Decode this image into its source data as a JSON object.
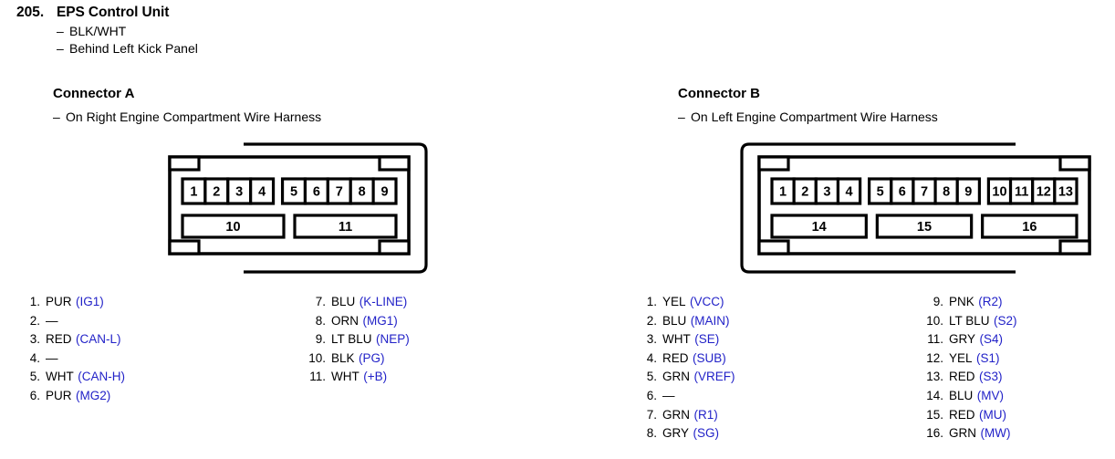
{
  "header": {
    "number": "205.",
    "title": "EPS Control Unit",
    "lines": [
      "BLK/WHT",
      "Behind Left Kick Panel"
    ]
  },
  "connectors": [
    {
      "id": "a",
      "heading": "Connector A",
      "subheading": "On Right Engine Compartment Wire Harness",
      "diagram": {
        "shell_side": "right",
        "top_groups": [
          [
            "1",
            "2",
            "3",
            "4"
          ],
          [
            "5",
            "6",
            "7",
            "8",
            "9"
          ]
        ],
        "bottom_cells": [
          "10",
          "11"
        ]
      },
      "pins_left": [
        {
          "num": "1.",
          "color": "PUR",
          "signal": "(IG1)"
        },
        {
          "num": "2.",
          "color": "—",
          "signal": ""
        },
        {
          "num": "3.",
          "color": "RED",
          "signal": "(CAN-L)"
        },
        {
          "num": "4.",
          "color": "—",
          "signal": ""
        },
        {
          "num": "5.",
          "color": "WHT",
          "signal": "(CAN-H)"
        },
        {
          "num": "6.",
          "color": "PUR",
          "signal": "(MG2)"
        }
      ],
      "pins_right": [
        {
          "num": "7.",
          "color": "BLU",
          "signal": "(K-LINE)"
        },
        {
          "num": "8.",
          "color": "ORN",
          "signal": "(MG1)"
        },
        {
          "num": "9.",
          "color": "LT BLU",
          "signal": "(NEP)"
        },
        {
          "num": "10.",
          "color": "BLK",
          "signal": "(PG)"
        },
        {
          "num": "11.",
          "color": "WHT",
          "signal": "(+B)"
        }
      ]
    },
    {
      "id": "b",
      "heading": "Connector B",
      "subheading": "On Left Engine Compartment Wire Harness",
      "diagram": {
        "shell_side": "left",
        "top_groups": [
          [
            "1",
            "2",
            "3",
            "4"
          ],
          [
            "5",
            "6",
            "7",
            "8",
            "9"
          ],
          [
            "10",
            "11",
            "12",
            "13"
          ]
        ],
        "bottom_cells": [
          "14",
          "15",
          "16"
        ]
      },
      "pins_left": [
        {
          "num": "1.",
          "color": "YEL",
          "signal": "(VCC)"
        },
        {
          "num": "2.",
          "color": "BLU",
          "signal": "(MAIN)"
        },
        {
          "num": "3.",
          "color": "WHT",
          "signal": "(SE)"
        },
        {
          "num": "4.",
          "color": "RED",
          "signal": "(SUB)"
        },
        {
          "num": "5.",
          "color": "GRN",
          "signal": "(VREF)"
        },
        {
          "num": "6.",
          "color": "—",
          "signal": ""
        },
        {
          "num": "7.",
          "color": "GRN",
          "signal": "(R1)"
        },
        {
          "num": "8.",
          "color": "GRY",
          "signal": "(SG)"
        }
      ],
      "pins_right": [
        {
          "num": "9.",
          "color": "PNK",
          "signal": "(R2)"
        },
        {
          "num": "10.",
          "color": "LT BLU",
          "signal": "(S2)"
        },
        {
          "num": "11.",
          "color": "GRY",
          "signal": "(S4)"
        },
        {
          "num": "12.",
          "color": "YEL",
          "signal": "(S1)"
        },
        {
          "num": "13.",
          "color": "RED",
          "signal": "(S3)"
        },
        {
          "num": "14.",
          "color": "BLU",
          "signal": "(MV)"
        },
        {
          "num": "15.",
          "color": "RED",
          "signal": "(MU)"
        },
        {
          "num": "16.",
          "color": "GRN",
          "signal": "(MW)"
        }
      ]
    }
  ],
  "colors": {
    "signal_blue": "#2222c8",
    "ink": "#000000",
    "paper": "#ffffff"
  }
}
